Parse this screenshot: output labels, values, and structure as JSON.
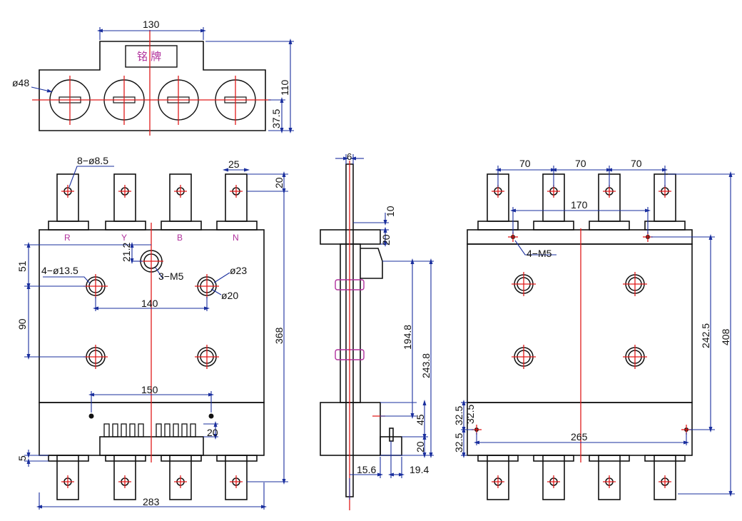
{
  "colors": {
    "outline": "#111111",
    "dimension": "#1a2f9e",
    "center": "#e01b1b",
    "text_mark": "#b0309c",
    "grid": "#e6e6e6"
  },
  "top_view": {
    "nameplate": "铭 牌",
    "dim_width": "130",
    "dim_height": "110",
    "dim_offset": "37.5",
    "dim_diameter": "ø48"
  },
  "front_view": {
    "phase_labels": [
      "R",
      "Y",
      "B",
      "N"
    ],
    "dim_terminal_holes": "8−ø8.5",
    "dim_terminal_width": "25",
    "dim_terminal_height": "20",
    "dim_51": "51",
    "dim_21_2": "21.2",
    "dim_mount_holes": "4−ø13.5",
    "dim_center_screws": "3−M5",
    "dim_23": "ø23",
    "dim_20_diam": "ø20",
    "dim_140": "140",
    "dim_90": "90",
    "dim_368": "368",
    "dim_150": "150",
    "dim_20_fins": "20",
    "dim_5": "5",
    "dim_283": "283"
  },
  "side_view": {
    "dim_6": "6",
    "dim_10": "10",
    "dim_20_top": "20",
    "dim_194_8": "194.8",
    "dim_243_8": "243.8",
    "dim_45": "45",
    "dim_20_bottom": "20",
    "dim_15_6": "15.6",
    "dim_19_4": "19.4"
  },
  "rear_view": {
    "dim_70_a": "70",
    "dim_70_b": "70",
    "dim_70_c": "70",
    "dim_170": "170",
    "dim_m5": "4−M5",
    "dim_242_5": "242.5",
    "dim_408": "408",
    "dim_32_5_a": "32.5",
    "dim_32_5_b": "32.5",
    "dim_265": "265",
    "dim_32_5_c": "32.5"
  }
}
